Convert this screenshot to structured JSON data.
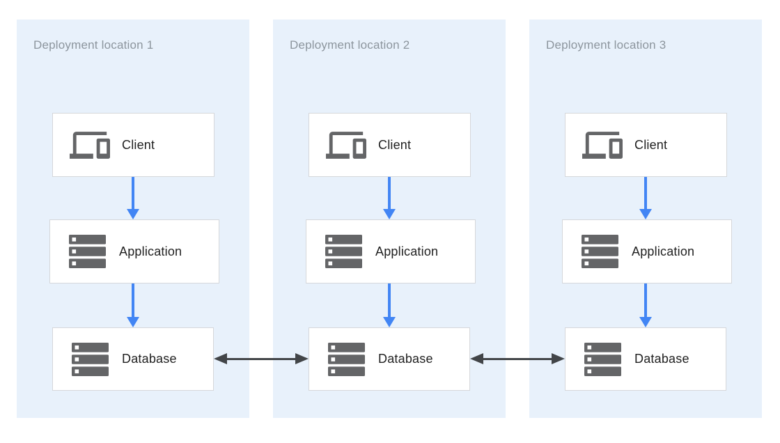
{
  "colors": {
    "panel_bg": "#e8f1fb",
    "node_bg": "#ffffff",
    "node_border": "#d5d7da",
    "node_label": "#212121",
    "title_text": "#8c959d",
    "icon_grey": "#646567",
    "flow_arrow_blue": "#4285f4",
    "sync_arrow_dark": "#424548"
  },
  "diagram": {
    "locations": [
      {
        "title": "Deployment location 1",
        "nodes": [
          {
            "label": "Client",
            "icon": "devices-icon"
          },
          {
            "label": "Application",
            "icon": "server-stack-icon"
          },
          {
            "label": "Database",
            "icon": "server-stack-icon"
          }
        ]
      },
      {
        "title": "Deployment location 2",
        "nodes": [
          {
            "label": "Client",
            "icon": "devices-icon"
          },
          {
            "label": "Application",
            "icon": "server-stack-icon"
          },
          {
            "label": "Database",
            "icon": "server-stack-icon"
          }
        ]
      },
      {
        "title": "Deployment location 3",
        "nodes": [
          {
            "label": "Client",
            "icon": "devices-icon"
          },
          {
            "label": "Application",
            "icon": "server-stack-icon"
          },
          {
            "label": "Database",
            "icon": "server-stack-icon"
          }
        ]
      }
    ],
    "edges": {
      "within_location": [
        {
          "from": "Client",
          "to": "Application",
          "style": "blue-arrow-down"
        },
        {
          "from": "Application",
          "to": "Database",
          "style": "blue-arrow-down"
        }
      ],
      "between_locations": [
        {
          "from": "Database (location 1)",
          "to": "Database (location 2)",
          "style": "dark-double-arrow"
        },
        {
          "from": "Database (location 2)",
          "to": "Database (location 3)",
          "style": "dark-double-arrow"
        }
      ]
    }
  }
}
